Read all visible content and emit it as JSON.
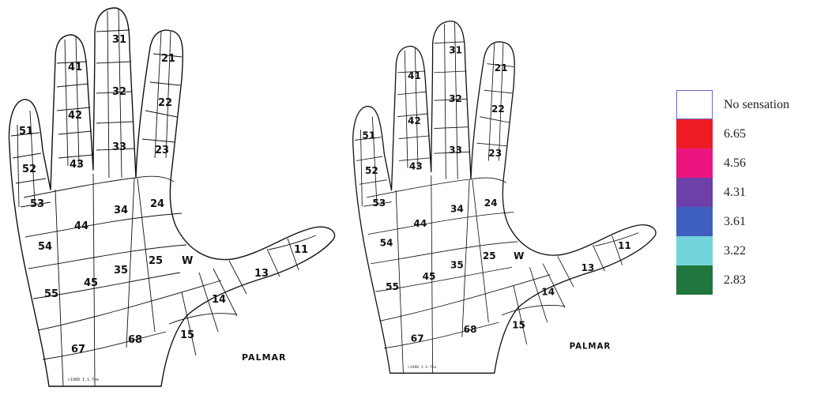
{
  "hands": [
    {
      "side_label": "PALMAR",
      "credit": "c1980 I.S.Yee",
      "zones": [
        "11",
        "13",
        "14",
        "15",
        "21",
        "22",
        "23",
        "24",
        "25",
        "31",
        "32",
        "33",
        "34",
        "35",
        "41",
        "42",
        "43",
        "44",
        "45",
        "51",
        "52",
        "53",
        "54",
        "55",
        "67",
        "68",
        "W"
      ]
    },
    {
      "side_label": "PALMAR",
      "credit": "c1980 I.S.Yee",
      "zones": [
        "11",
        "13",
        "14",
        "15",
        "21",
        "22",
        "23",
        "24",
        "25",
        "31",
        "32",
        "33",
        "34",
        "35",
        "41",
        "42",
        "43",
        "44",
        "45",
        "51",
        "52",
        "53",
        "54",
        "55",
        "67",
        "68",
        "W"
      ]
    }
  ],
  "legend": {
    "items": [
      {
        "label": "No sensation",
        "color": "#ffffff"
      },
      {
        "label": "6.65",
        "color": "#ed1c24"
      },
      {
        "label": "4.56",
        "color": "#ec1580"
      },
      {
        "label": "4.31",
        "color": "#6d3fa8"
      },
      {
        "label": "3.61",
        "color": "#3f5fbf"
      },
      {
        "label": "3.22",
        "color": "#74d4dc"
      },
      {
        "label": "2.83",
        "color": "#21763d"
      }
    ]
  }
}
